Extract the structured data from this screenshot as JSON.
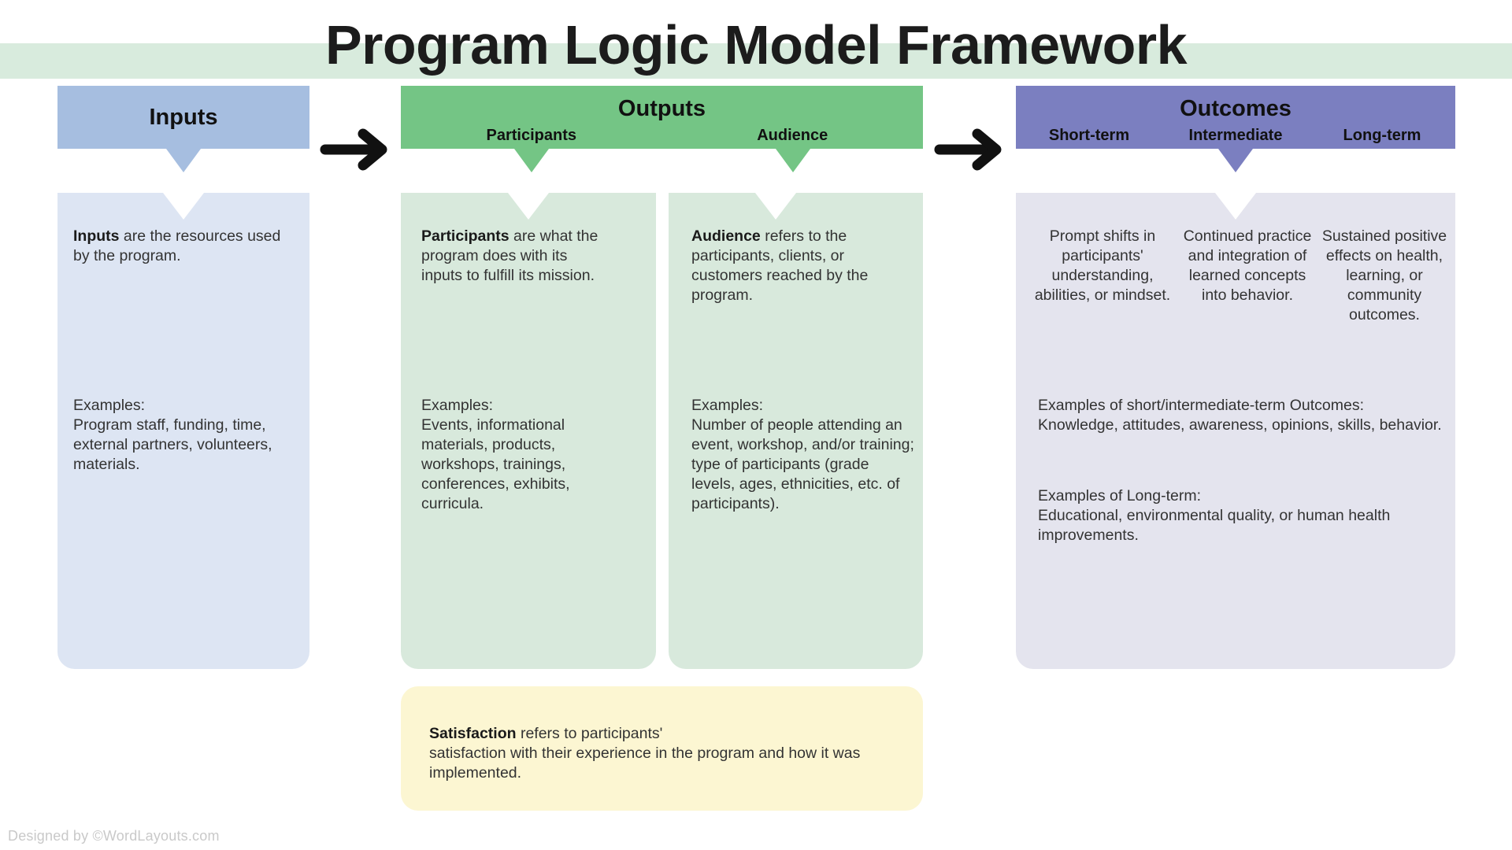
{
  "title": "Program Logic Model Framework",
  "colors": {
    "banner": "#d8ebdd",
    "inputs_header": "#a6bee0",
    "inputs_body": "#dde5f3",
    "outputs_header": "#74c585",
    "outputs_body": "#d8e9dc",
    "outcomes_header": "#7b7fc0",
    "outcomes_body": "#e4e4ee",
    "satisfaction": "#fcf6d2",
    "arrow": "#111111"
  },
  "columns": {
    "inputs": {
      "header": "Inputs",
      "body": {
        "lead_bold": "Inputs",
        "lead_rest": " are the resources used by the program.",
        "examples_label": "Examples:",
        "examples_text": "Program staff, funding, time, external partners, volunteers, materials."
      }
    },
    "outputs": {
      "header": "Outputs",
      "sublabels": [
        "Participants",
        "Audience"
      ],
      "participants": {
        "lead_bold": "Participants",
        "lead_rest": " are what the program does with its inputs to fulfill its mission.",
        "examples_label": "Examples:",
        "examples_text": "Events, informational materials, products, workshops, trainings, conferences, exhibits, curricula."
      },
      "audience": {
        "lead_bold": "Audience",
        "lead_rest": " refers to the participants, clients, or customers reached by the program.",
        "examples_label": "Examples:",
        "examples_text": "Number of people attending an event, workshop, and/or training; type of participants (grade levels, ages, ethnicities, etc. of participants)."
      }
    },
    "outcomes": {
      "header": "Outcomes",
      "sublabels": [
        "Short-term",
        "Intermediate",
        "Long-term"
      ],
      "cells": [
        "Prompt shifts in participants' understanding, abilities, or mindset.",
        "Continued practice and integration of learned concepts into behavior.",
        "Sustained positive effects on health, learning, or community outcomes."
      ],
      "examples": [
        {
          "label": "Examples of short/intermediate-term Outcomes:",
          "text": "Knowledge, attitudes, awareness, opinions, skills, behavior."
        },
        {
          "label": "Examples of Long-term:",
          "text": "Educational, environmental quality, or human health improvements."
        }
      ]
    }
  },
  "satisfaction": {
    "lead_bold": "Satisfaction",
    "lead_rest": " refers to participants'",
    "rest": "satisfaction with their experience in the program and how it was implemented."
  },
  "arrows": {
    "arrow_1": "right-arrow",
    "arrow_2": "right-arrow"
  },
  "credit": "Designed by ©WordLayouts.com"
}
